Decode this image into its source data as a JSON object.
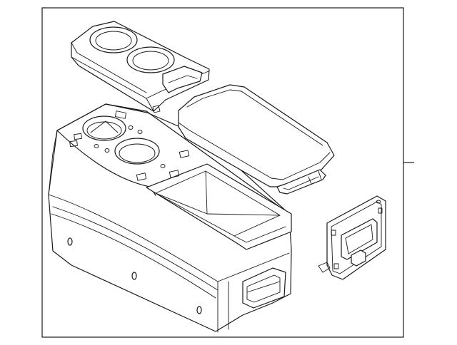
{
  "diagram": {
    "kind": "exploded parts illustration",
    "line_color": "#1a1a1a",
    "background": "#ffffff",
    "parts": [
      "console-base",
      "cupholder-trim-panel",
      "armrest-lid",
      "bracket-panel"
    ]
  }
}
